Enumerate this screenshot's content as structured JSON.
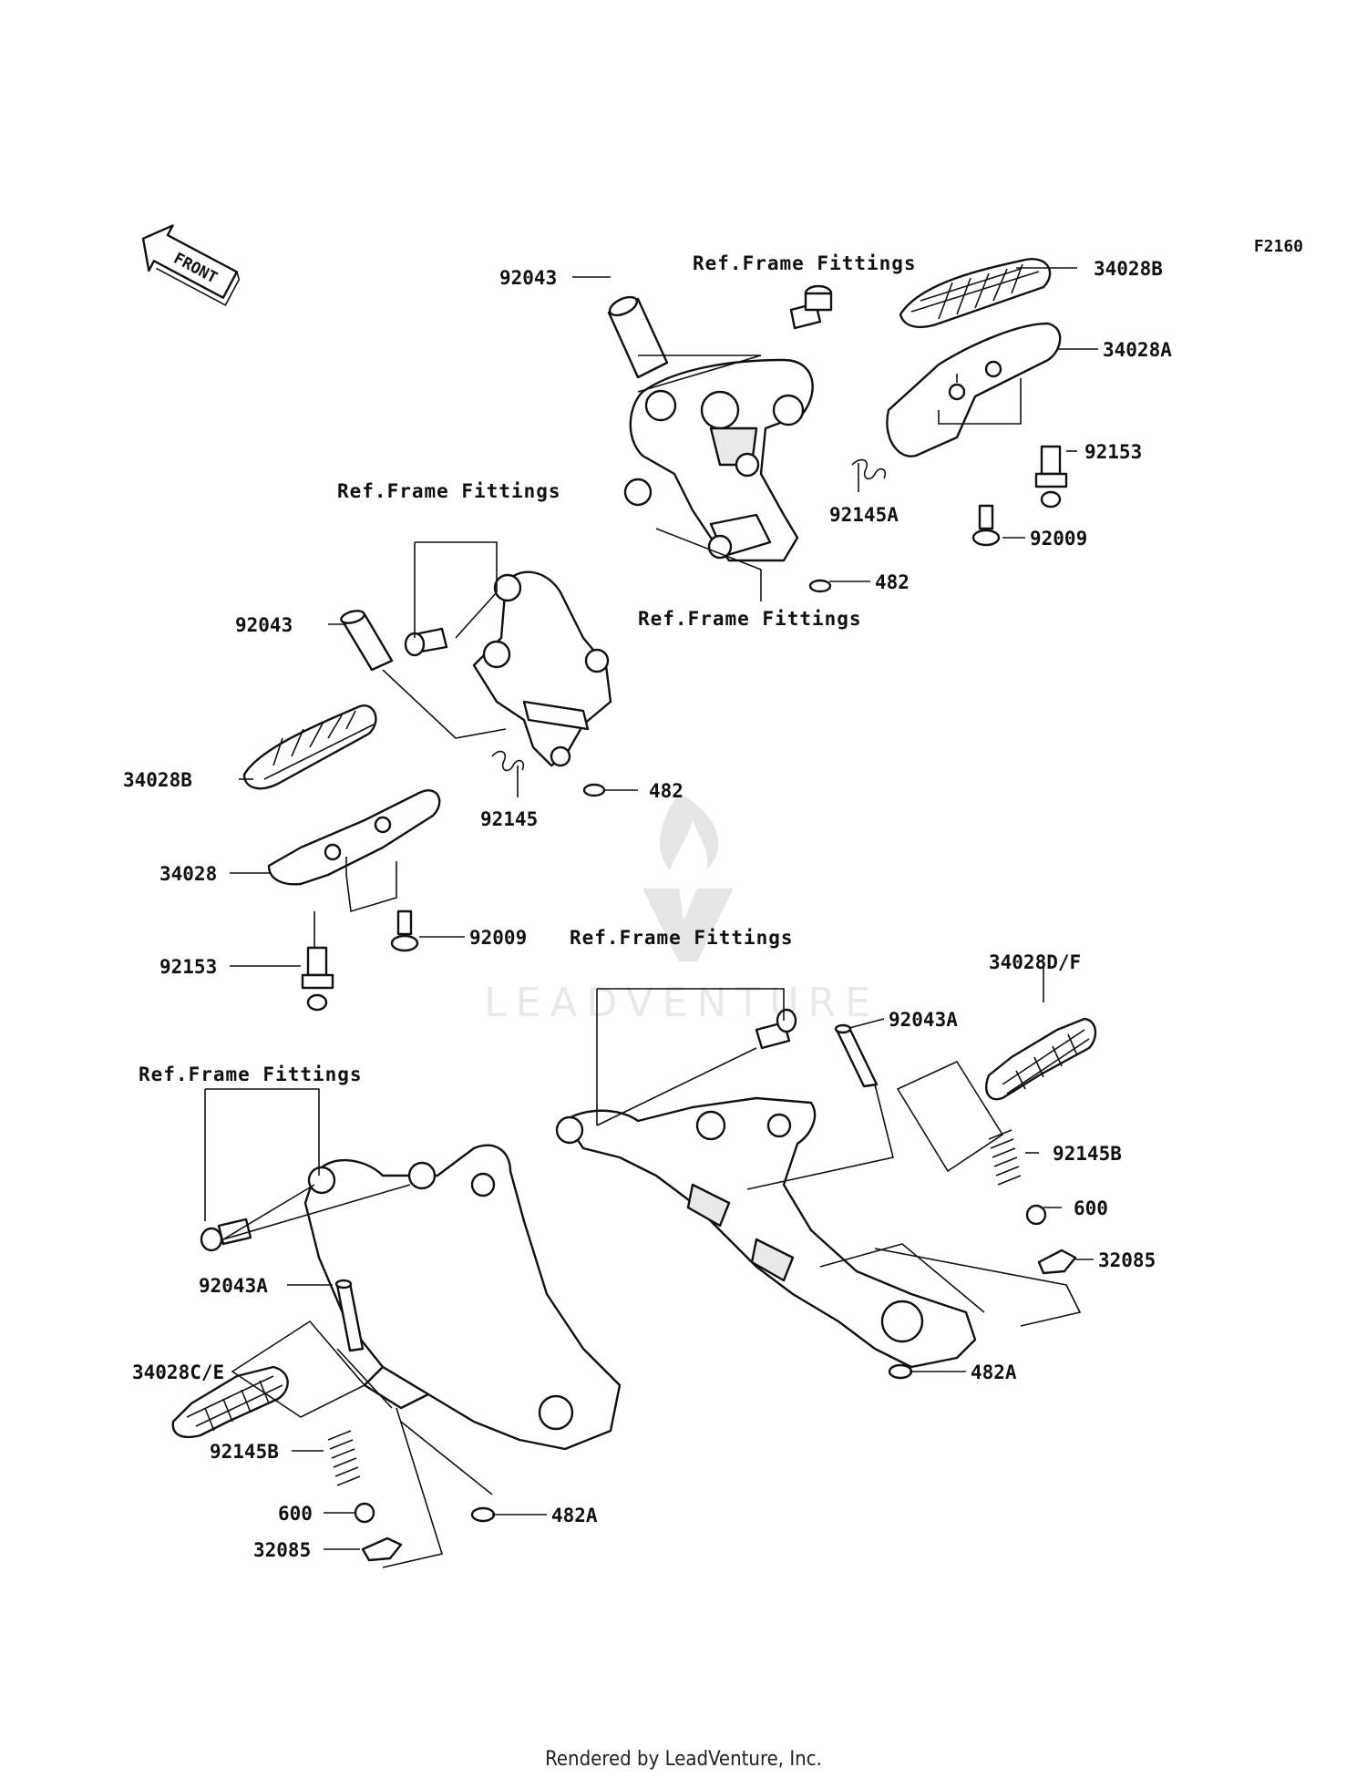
{
  "diagram_code": "F2160",
  "front_badge": "FRONT",
  "watermark": "LEADVENTURE",
  "footer": "Rendered by LeadVenture, Inc.",
  "ref_labels": {
    "top_right_upper": "Ref.Frame Fittings",
    "top_right_lower": "Ref.Frame Fittings",
    "top_left": "Ref.Frame Fittings",
    "bottom_right": "Ref.Frame Fittings",
    "bottom_left": "Ref.Frame Fittings"
  },
  "parts": {
    "p1": "92043",
    "p2": "34028B",
    "p3": "34028A",
    "p4": "92153",
    "p5": "92145A",
    "p6": "92009",
    "p7": "482",
    "p8": "92043",
    "p9": "34028B",
    "p10": "482",
    "p11": "92145",
    "p12": "34028",
    "p13": "92009",
    "p14": "92153",
    "p15": "92043A",
    "p16": "34028D/F",
    "p17": "92145B",
    "p18": "600",
    "p19": "32085",
    "p20": "482A",
    "p21": "92043A",
    "p22": "34028C/E",
    "p23": "92145B",
    "p24": "600",
    "p25": "32085",
    "p26": "482A"
  }
}
